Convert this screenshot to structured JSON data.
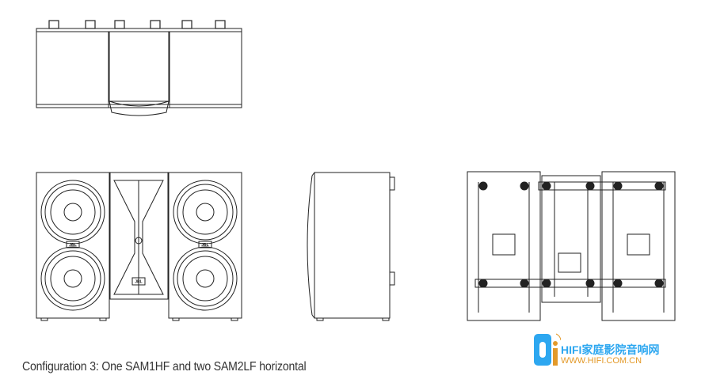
{
  "caption": "Configuration 3: One SAM1HF and two SAM2LF horizontal",
  "figure": {
    "views": [
      "top-view",
      "front-view",
      "side-view",
      "rear-view"
    ],
    "badge_text": "JBL"
  },
  "watermark": {
    "line1": "HIFI家庭影院音响网",
    "line2": "WWW.HIFI.COM.CN",
    "colors": {
      "blue": "#2da7f0",
      "orange": "#e39a2a"
    }
  }
}
